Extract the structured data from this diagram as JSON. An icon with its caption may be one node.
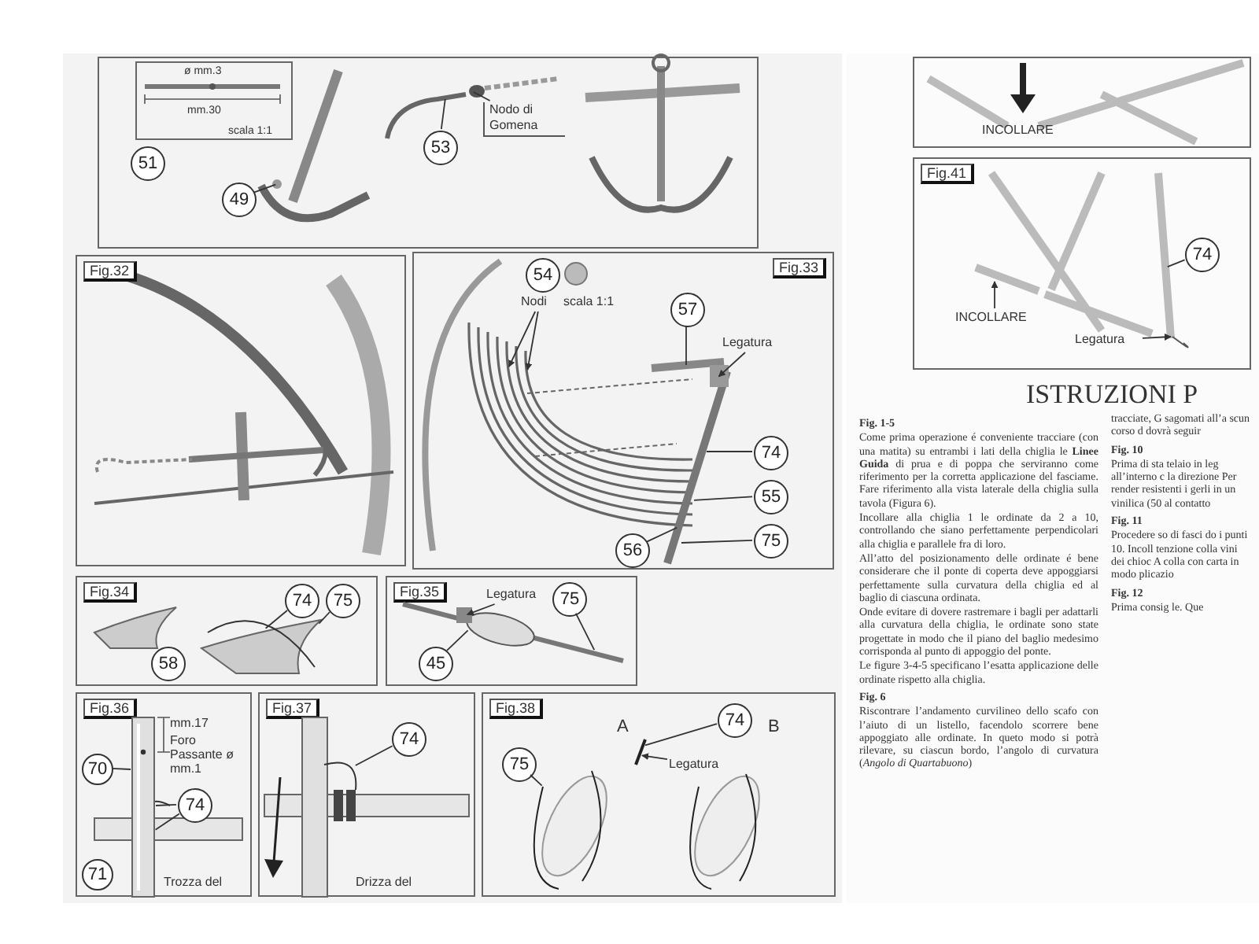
{
  "diagram": {
    "nodes": [
      {
        "text": [],
        "shape": "box"
      },
      {
        "text": [
          "ø mm.3",
          "mm.30",
          "scala 1:1"
        ],
        "in": 0
      },
      {
        "text": [
          "51"
        ],
        "in": 0
      },
      {
        "text": [
          "49"
        ],
        "in": 0
      },
      {
        "text": [
          "53"
        ],
        "in": 0
      },
      {
        "text": [
          "Nodo di Gomena"
        ],
        "in": 0
      },
      {
        "text": [
          "Fig.32"
        ]
      },
      {
        "text": [
          "Fig.33"
        ]
      },
      {
        "text": [
          "54"
        ],
        "in": 7,
        "beside": [
          "scala 1:1"
        ]
      },
      {
        "text": [
          "Nodi"
        ],
        "in": 7
      },
      {
        "text": [
          "57"
        ],
        "in": 7
      },
      {
        "text": [
          "Legatura"
        ],
        "in": 7
      },
      {
        "text": [
          "56"
        ],
        "in": 7
      },
      {
        "text": [
          "74"
        ],
        "in": 7
      },
      {
        "text": [
          "55"
        ],
        "in": 7
      },
      {
        "text": [
          "75"
        ],
        "in": 7
      },
      {
        "text": [
          "Fig.34"
        ]
      },
      {
        "text": [
          "74"
        ],
        "in": 16
      },
      {
        "text": [
          "75"
        ],
        "in": 16
      },
      {
        "text": [
          "58"
        ],
        "in": 16
      },
      {
        "text": [
          "Fig.35"
        ]
      },
      {
        "text": [
          "Legatura"
        ],
        "in": 20
      },
      {
        "text": [
          "75"
        ],
        "in": 20
      },
      {
        "text": [
          "45"
        ],
        "in": 20
      },
      {
        "text": [
          "Fig.36"
        ]
      },
      {
        "text": [
          "70"
        ],
        "in": 24
      },
      {
        "text": [
          "74"
        ],
        "in": 24
      },
      {
        "text": [
          "71"
        ],
        "in": 24
      },
      {
        "text": [
          "Fig.37"
        ]
      },
      {
        "text": [
          "74"
        ],
        "in": 28
      },
      {
        "text": [
          "Fig.38"
        ]
      },
      {
        "text": [
          "74"
        ],
        "in": 30
      },
      {
        "text": [
          "Legatura"
        ],
        "in": 30
      },
      {
        "text": [
          "75"
        ],
        "in": 30
      },
      {
        "text": [],
        "shape": "box"
      },
      {
        "text": [
          "Fig.41"
        ]
      },
      {
        "text": [
          "74"
        ],
        "in": 35
      },
      {
        "text": [
          "INCOLLARE"
        ],
        "in": 35
      },
      {
        "text": [
          "Legatura"
        ],
        "in": 35
      },
      {
        "text": [],
        "shape": "picture",
        "in": 0
      },
      {
        "text": [],
        "shape": "picture",
        "in": 0
      },
      {
        "text": [],
        "shape": "picture",
        "in": 7
      },
      {
        "text": [],
        "shape": "picture",
        "in": 7
      },
      {
        "text": [],
        "shape": "picture",
        "in": 16
      },
      {
        "text": [],
        "shape": "picture",
        "in": 20
      },
      {
        "text": [],
        "shape": "picture",
        "in": 24
      },
      {
        "text": [],
        "shape": "picture",
        "in": 28
      },
      {
        "text": [],
        "shape": "picture",
        "in": 30
      },
      {
        "text": [],
        "shape": "picture",
        "in": 35
      },
      {
        "text": [],
        "shape": "picture",
        "in": 35
      }
    ],
    "edges": [
      {
        "from": 3,
        "to": 39,
        "arrow": "none"
      },
      {
        "from": 4,
        "to": 40,
        "arrow": "none"
      },
      {
        "from": 5,
        "to": 40,
        "arrow": "none"
      },
      {
        "from": 9,
        "to": 41,
        "arrow": "to"
      },
      {
        "from": 9,
        "to": 41,
        "arrow": "to"
      },
      {
        "from": 10,
        "to": 42,
        "arrow": "none"
      },
      {
        "from": 11,
        "to": 42,
        "arrow": "to"
      },
      {
        "from": 12,
        "to": 42,
        "arrow": "none"
      },
      {
        "from": 13,
        "to": 42,
        "arrow": "none"
      },
      {
        "from": 14,
        "to": 42,
        "arrow": "none"
      },
      {
        "from": 15,
        "to": 42,
        "arrow": "none"
      },
      {
        "from": 17,
        "to": 43,
        "arrow": "none"
      },
      {
        "from": 18,
        "to": 43,
        "arrow": "none"
      },
      {
        "from": 21,
        "to": 44,
        "arrow": "to"
      },
      {
        "from": 22,
        "to": 44,
        "arrow": "none"
      },
      {
        "from": 23,
        "to": 44,
        "arrow": "none"
      },
      {
        "from": 25,
        "to": 45,
        "arrow": "none"
      },
      {
        "from": 26,
        "to": 45,
        "arrow": "none"
      },
      {
        "from": 26,
        "to": 45,
        "arrow": "none"
      },
      {
        "from": 29,
        "to": 46,
        "arrow": "none"
      },
      {
        "from": 31,
        "to": 47,
        "arrow": "none"
      },
      {
        "from": 32,
        "to": 47,
        "arrow": "to"
      },
      {
        "from": 33,
        "to": 47,
        "arrow": "none"
      },
      {
        "from": 36,
        "to": 48,
        "arrow": "none"
      },
      {
        "from": 37,
        "to": 49,
        "arrow": "to"
      },
      {
        "from": 38,
        "to": 48,
        "arrow": "to"
      }
    ],
    "labels": [
      "mm.17",
      "Foro Passante ø mm.1",
      "Trozza del",
      "Drizza del",
      "A",
      "B",
      "INCOLLARE",
      "ISTRUZIONI P",
      "Fig. 1-5",
      "Come prima operazione é conveniente tracciare (con una matita) su entrambi i lati della chiglia le **Linee Guida** di prua e di poppa che serviranno come riferimento per la corretta applicazione del fasciame. Fare riferimento alla vista laterale della chiglia sulla tavola (Figura 6).",
      "Incollare alla chiglia 1 le ordinate da 2 a 10, controllando che siano perfettamente perpendicolari alla chiglia e parallele fra di loro.",
      "All’atto del posizionamento delle ordinate é bene considerare che il ponte di coperta deve appoggiarsi perfettamente sulla curvatura della chiglia ed al baglio di ciascuna ordinata.",
      "Onde evitare di dovere rastremare i bagli per adattarli alla curvatura della chiglia, le ordinate sono state progettate in modo che il piano del baglio medesimo corrisponda al punto di appoggio del ponte.",
      "Le figure 3-4-5 specificano l’esatta applicazione delle ordinate rispetto alla chiglia.",
      "Fig. 6",
      "Riscontrare l’andamento curvilineo dello scafo con l’aiuto di un listello, facendolo scorrere bene appoggiato alle ordinate. In queto modo si potrà rilevare, su ciascun bordo, l’angolo di curvatura (*Angolo di Quartabuono*)",
      "tracciate, G sagomati all’a scun corso d dovrà seguir",
      "Fig. 10",
      "Prima di sta telaio in leg all’interno c la direzione Per render resistenti i gerli in un vinilica (50 al contatto",
      "Fig. 11",
      "Procedere so di fasci do i punti 10. Incoll tenzione colla vini dei chioc A colla con carta in modo plicazio",
      "Fig. 12",
      "Prima consig le. Que"
    ]
  }
}
